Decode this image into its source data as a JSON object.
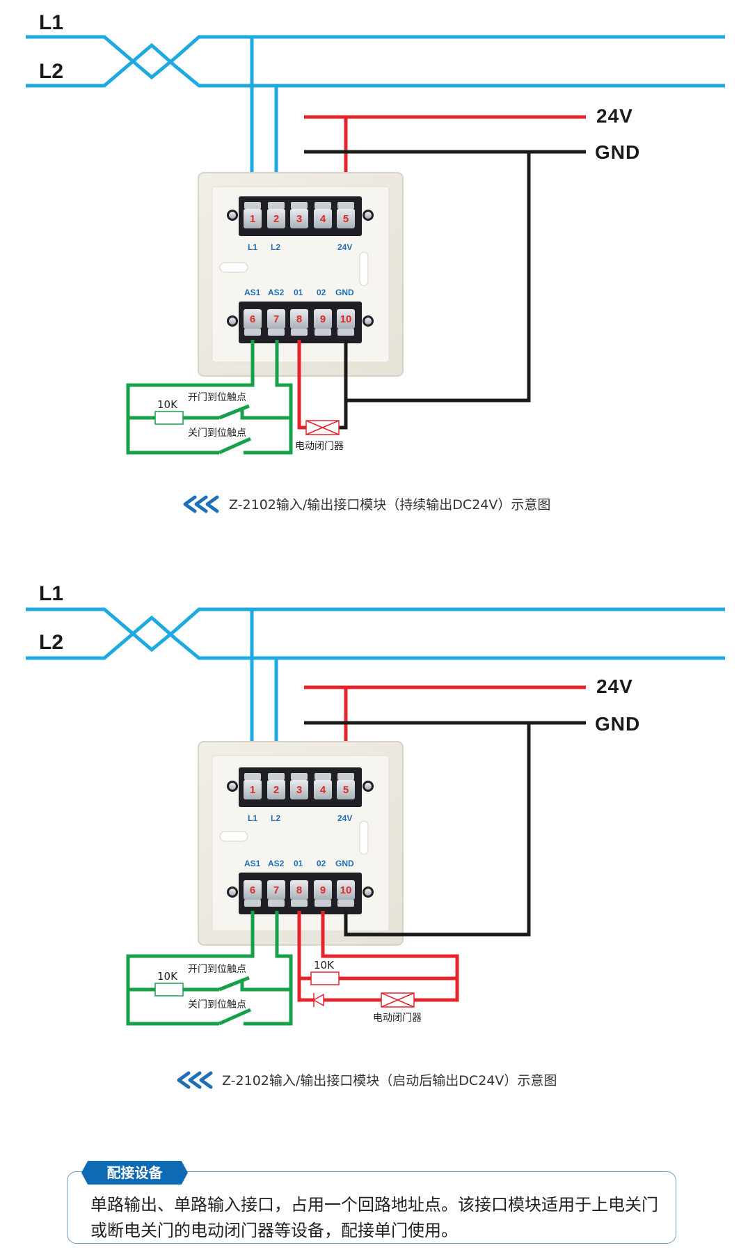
{
  "colors": {
    "bus": "#1ea9e1",
    "power": "#e3242b",
    "ground": "#1a1a1a",
    "input": "#16a04a",
    "accent": "#0d6ab3"
  },
  "diagrams": [
    {
      "bus": {
        "l1": "L1",
        "l2": "L2"
      },
      "power": {
        "v24": "24V",
        "gnd": "GND"
      },
      "terminals_top": {
        "numbers": [
          "1",
          "2",
          "3",
          "4",
          "5"
        ],
        "labels": [
          "L1",
          "L2",
          "",
          "",
          "24V"
        ]
      },
      "terminals_bottom": {
        "numbers": [
          "6",
          "7",
          "8",
          "9",
          "10"
        ],
        "labels": [
          "AS1",
          "AS2",
          "01",
          "02",
          "GND"
        ]
      },
      "input_circuit": {
        "resistor": "10K",
        "open_contact": "开门到位触点",
        "close_contact": "关门到位触点"
      },
      "output_circuit": {
        "device": "电动闭门器"
      },
      "caption": "Z-2102输入/输出接口模块（持续输出DC24V）示意图"
    },
    {
      "bus": {
        "l1": "L1",
        "l2": "L2"
      },
      "power": {
        "v24": "24V",
        "gnd": "GND"
      },
      "terminals_top": {
        "numbers": [
          "1",
          "2",
          "3",
          "4",
          "5"
        ],
        "labels": [
          "L1",
          "L2",
          "",
          "",
          "24V"
        ]
      },
      "terminals_bottom": {
        "numbers": [
          "6",
          "7",
          "8",
          "9",
          "10"
        ],
        "labels": [
          "AS1",
          "AS2",
          "01",
          "02",
          "GND"
        ]
      },
      "input_circuit": {
        "resistor": "10K",
        "open_contact": "开门到位触点",
        "close_contact": "关门到位触点"
      },
      "output_circuit": {
        "resistor": "10K",
        "device": "电动闭门器"
      },
      "caption": "Z-2102输入/输出接口模块（启动后输出DC24V）示意图"
    }
  ],
  "note": {
    "title": "配接设备",
    "text": "单路输出、单路输入接口，占用一个回路地址点。该接口模块适用于上电关门或断电关门的电动闭门器等设备，配接单门使用。"
  }
}
